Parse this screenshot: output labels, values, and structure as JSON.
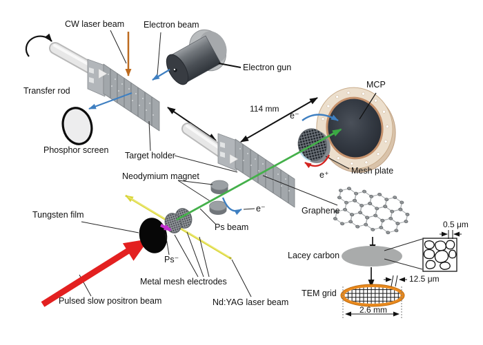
{
  "figure": {
    "type": "experimental-setup-diagram",
    "subject": "Positronium beam transmission experiment with TEM-grid graphene target"
  },
  "labels": {
    "cw_laser_beam": "CW laser beam",
    "electron_beam": "Electron beam",
    "electron_gun": "Electron gun",
    "transfer_rod": "Transfer rod",
    "phosphor_screen": "Phosphor screen",
    "target_holder": "Target holder",
    "mcp": "MCP",
    "mesh_plate": "Mesh plate",
    "neodymium_magnet": "Neodymium magnet",
    "ps_beam": "Ps beam",
    "graphene": "Graphene",
    "tungsten_film": "Tungsten film",
    "metal_mesh_electrodes": "Metal mesh electrodes",
    "pulsed_positron_beam": "Pulsed slow positron beam",
    "nd_yag_laser_beam": "Nd:YAG laser beam",
    "lacey_carbon": "Lacey carbon",
    "tem_grid": "TEM grid"
  },
  "particles": {
    "electron_at_mcp": "e⁻",
    "electron_at_magnet": "e⁻",
    "positron": "e⁺",
    "ps_negative_ion": "Ps⁻"
  },
  "dimensions": {
    "target_to_mcp": "114 mm",
    "lacey_hole": "0.5 μm",
    "grid_pitch": "12.5 μm",
    "grid_diameter": "2.6 mm"
  },
  "colors": {
    "cw_laser": "#bd6a1e",
    "electron_beam": "#3e7fc1",
    "ps_beam": "#44b04a",
    "nd_yag": "#d9d53c",
    "positron_beam": "#e32020",
    "ps_ion_arrow": "#c32fd0",
    "mcp_flange": "#ecdfcd",
    "tem_grid_rim": "#e8891e",
    "plate_gray": "#a2a7ab"
  }
}
